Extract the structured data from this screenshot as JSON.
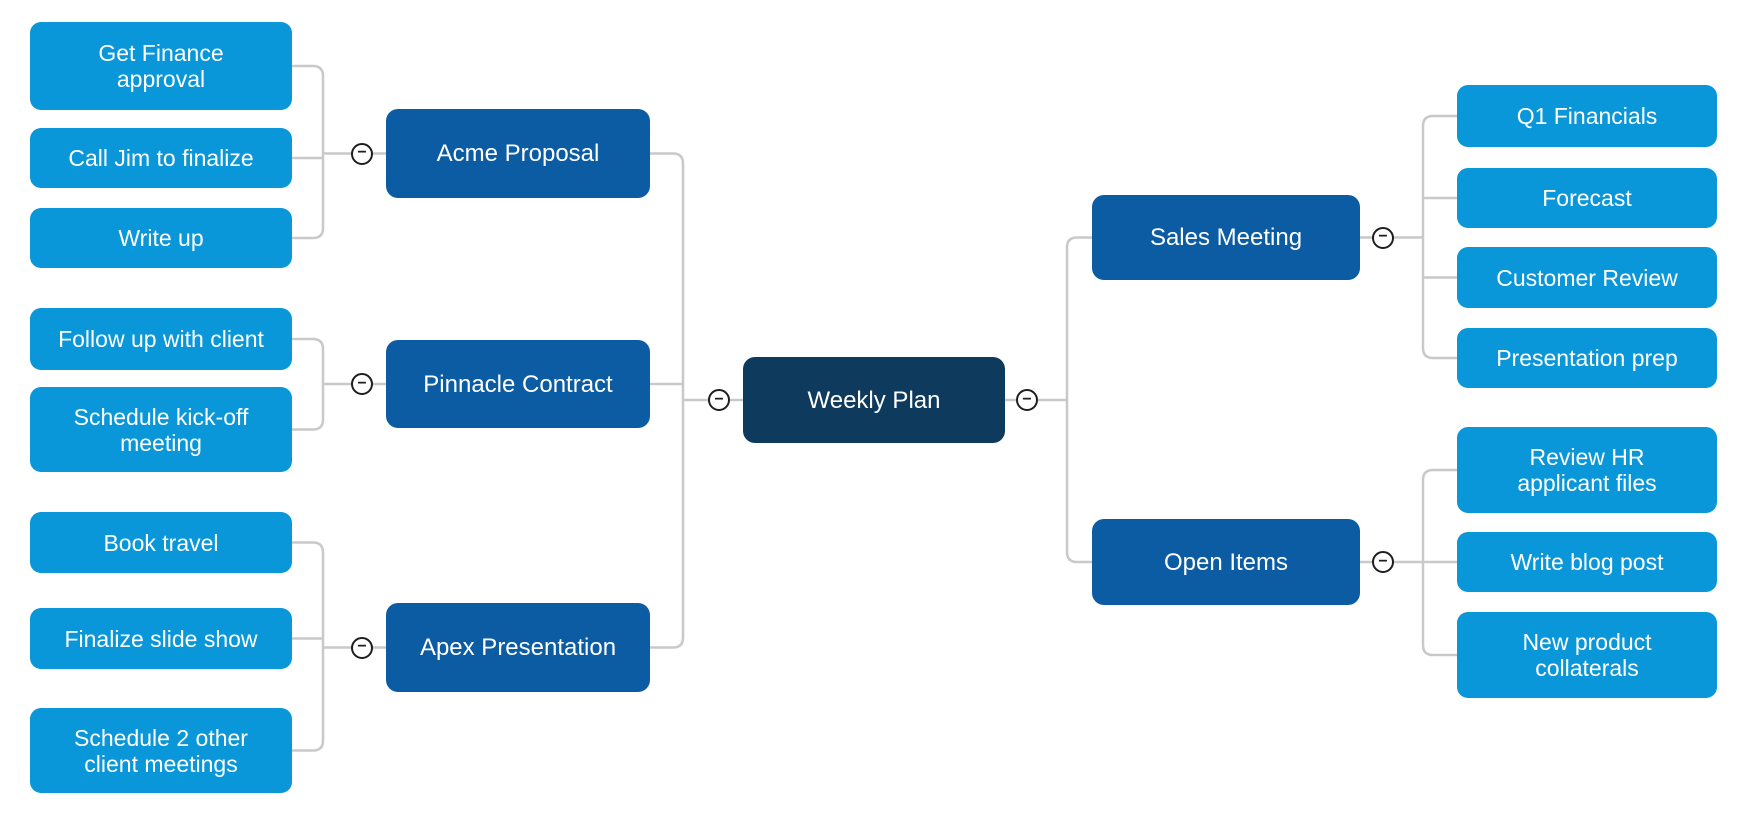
{
  "colors": {
    "canvas-bg": "#ffffff",
    "root-bg": "#0e3a5e",
    "topic-bg": "#0c5ca4",
    "subtopic-bg": "#0a97d9",
    "node-text": "#ffffff",
    "connector": "#c9c9c9",
    "toggle-border": "#1e1e1e",
    "toggle-bg": "#ffffff"
  },
  "icons": {
    "collapse": "−"
  },
  "map": {
    "root": {
      "label": "Weekly Plan"
    },
    "left": [
      {
        "label": "Acme Proposal",
        "children": [
          {
            "label": "Get Finance approval"
          },
          {
            "label": "Call Jim to finalize"
          },
          {
            "label": "Write up"
          }
        ]
      },
      {
        "label": "Pinnacle Contract",
        "children": [
          {
            "label": "Follow up with client"
          },
          {
            "label": "Schedule kick-off meeting"
          }
        ]
      },
      {
        "label": "Apex Presentation",
        "children": [
          {
            "label": "Book travel"
          },
          {
            "label": "Finalize slide show"
          },
          {
            "label": "Schedule 2 other client meetings"
          }
        ]
      }
    ],
    "right": [
      {
        "label": "Sales Meeting",
        "children": [
          {
            "label": "Q1 Financials"
          },
          {
            "label": "Forecast"
          },
          {
            "label": "Customer Review"
          },
          {
            "label": "Presentation prep"
          }
        ]
      },
      {
        "label": "Open Items",
        "children": [
          {
            "label": "Review HR applicant files"
          },
          {
            "label": "Write blog post"
          },
          {
            "label": "New product collaterals"
          }
        ]
      }
    ]
  }
}
